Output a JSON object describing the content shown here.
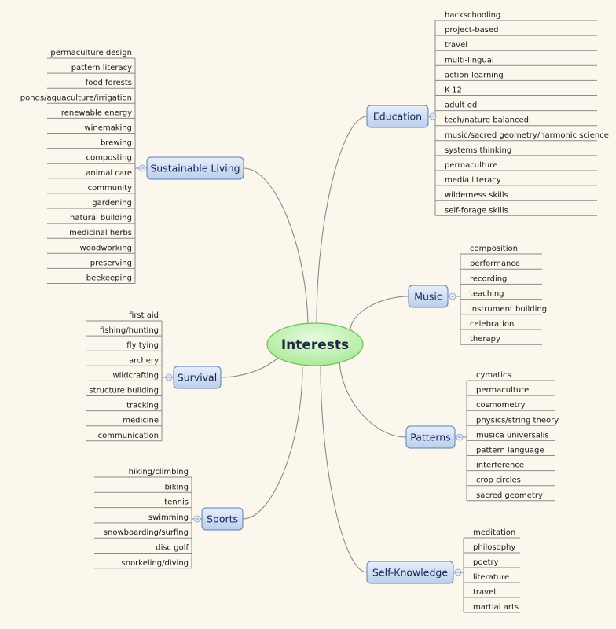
{
  "center": {
    "label": "Interests"
  },
  "branches": [
    {
      "id": "sustainable-living",
      "label": "Sustainable Living",
      "side": "left",
      "items": [
        "permaculture design",
        "pattern literacy",
        "food forests",
        "ponds/aquaculture/irrigation",
        "renewable energy",
        "winemaking",
        "brewing",
        "composting",
        "animal care",
        "community",
        "gardening",
        "natural building",
        "medicinal herbs",
        "woodworking",
        "preserving",
        "beekeeping"
      ]
    },
    {
      "id": "survival",
      "label": "Survival",
      "side": "left",
      "items": [
        "first aid",
        "fishing/hunting",
        "fly tying",
        "archery",
        "wildcrafting",
        "structure building",
        "tracking",
        "medicine",
        "communication"
      ]
    },
    {
      "id": "sports",
      "label": "Sports",
      "side": "left",
      "items": [
        "hiking/climbing",
        "biking",
        "tennis",
        "swimming",
        "snowboarding/surfing",
        "disc golf",
        "snorkeling/diving"
      ]
    },
    {
      "id": "education",
      "label": "Education",
      "side": "right",
      "items": [
        "hackschooling",
        "project-based",
        "travel",
        "multi-lingual",
        "action learning",
        "K-12",
        "adult ed",
        "tech/nature balanced",
        "music/sacred geometry/harmonic science",
        "systems thinking",
        "permaculture",
        "media literacy",
        "wilderness skills",
        "self-forage skills"
      ]
    },
    {
      "id": "music",
      "label": "Music",
      "side": "right",
      "items": [
        "composition",
        "performance",
        "recording",
        "teaching",
        "instrument building",
        "celebration",
        "therapy"
      ]
    },
    {
      "id": "patterns",
      "label": "Patterns",
      "side": "right",
      "items": [
        "cymatics",
        "permaculture",
        "cosmometry",
        "physics/string theory",
        "musica universalis",
        "pattern language",
        "interference",
        "crop circles",
        "sacred geometry"
      ]
    },
    {
      "id": "self-knowledge",
      "label": "Self-Knowledge",
      "side": "right",
      "items": [
        "meditation",
        "philosophy",
        "poetry",
        "literature",
        "travel",
        "martial arts"
      ]
    }
  ],
  "colors": {
    "background": "#fbf7ec",
    "branch_fill_top": "#e6eefb",
    "branch_fill_bottom": "#bccfea",
    "branch_border": "#5b7fb6",
    "center_fill": "#b9f0a8",
    "center_border": "#6fbf5a",
    "lines": "#8a8a8a"
  }
}
